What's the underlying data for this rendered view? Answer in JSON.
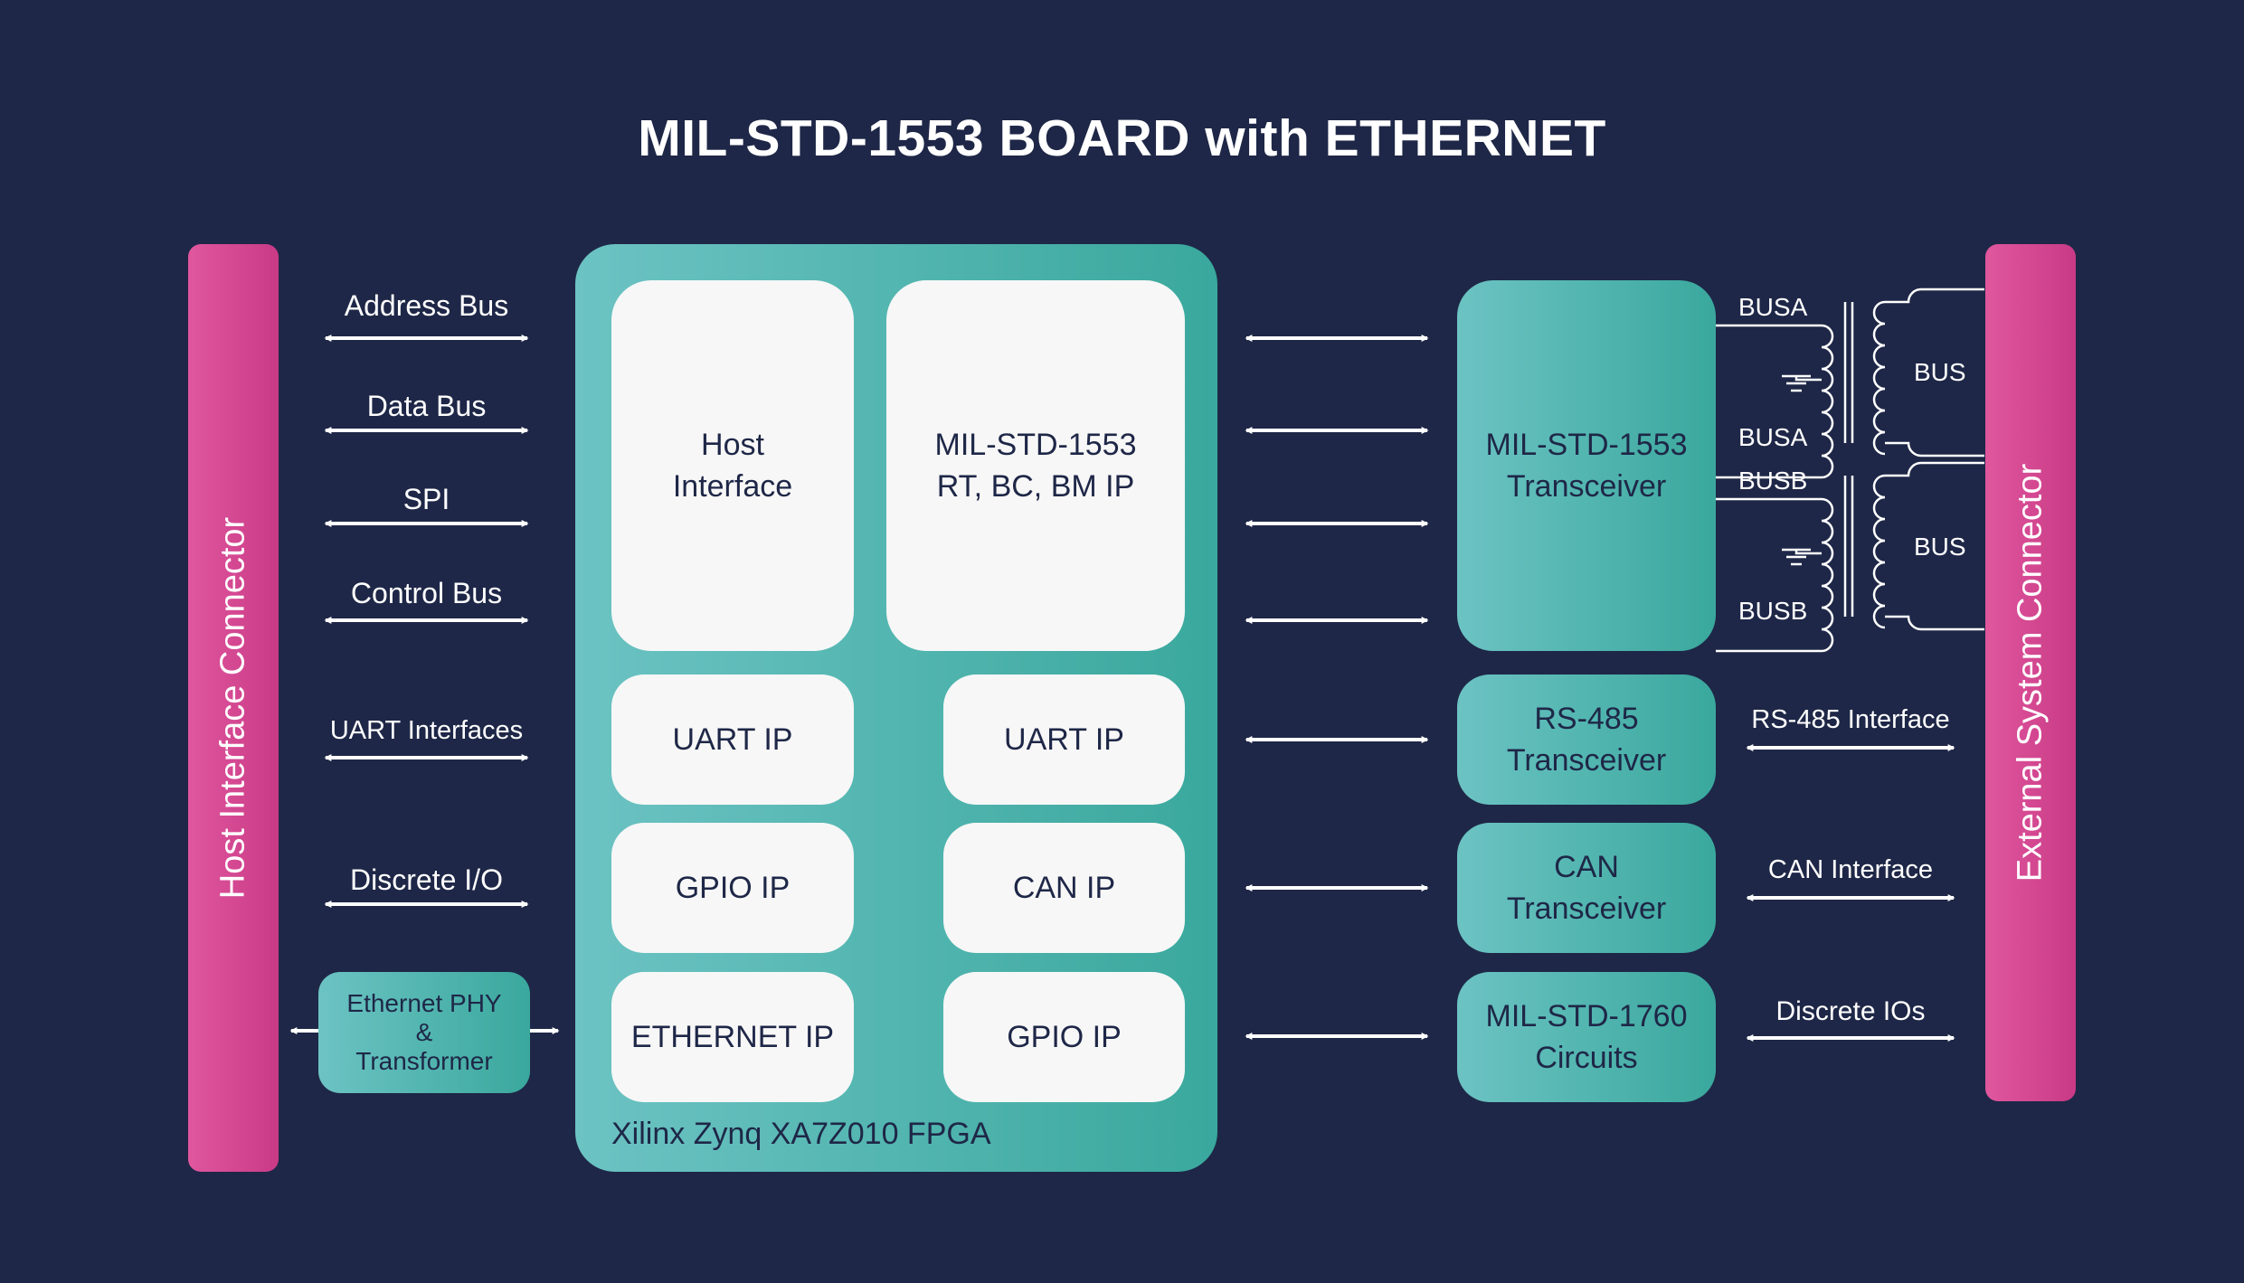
{
  "title": "MIL-STD-1553 BOARD with ETHERNET",
  "colors": {
    "background": "#1e2747",
    "connector": "#d0418c",
    "teal": "#4fb5ae",
    "white_block": "#f7f7f7"
  },
  "host_connector": {
    "label": "Host Interface Connector"
  },
  "external_connector": {
    "label": "External System Connector"
  },
  "host_buses": [
    "Address Bus",
    "Data Bus",
    "SPI",
    "Control Bus",
    "UART Interfaces",
    "Discrete I/O"
  ],
  "ethernet_phy": "Ethernet PHY\n&\nTransformer",
  "fpga": {
    "label": "Xilinx Zynq XA7Z010 FPGA",
    "host_interface": "Host\nInterface",
    "mil_ip": "MIL-STD-1553\nRT, BC, BM IP",
    "uart_ip_left": "UART IP",
    "uart_ip_right": "UART IP",
    "gpio_ip_left": "GPIO IP",
    "can_ip": "CAN IP",
    "ethernet_ip": "ETHERNET IP",
    "gpio_ip_right": "GPIO IP"
  },
  "transceivers": {
    "mil1553": "MIL-STD-1553\nTransceiver",
    "rs485": "RS-485\nTransceiver",
    "can": "CAN\nTransceiver",
    "mil1760": "MIL-STD-1760\nCircuits"
  },
  "bus_lines": {
    "busa_top": "BUSA",
    "busa_bottom": "BUSA",
    "busb_top": "BUSB",
    "busb_bottom": "BUSB",
    "bus_a": "BUS",
    "bus_b": "BUS"
  },
  "external_interfaces": [
    "RS-485 Interface",
    "CAN Interface",
    "Discrete IOs"
  ]
}
